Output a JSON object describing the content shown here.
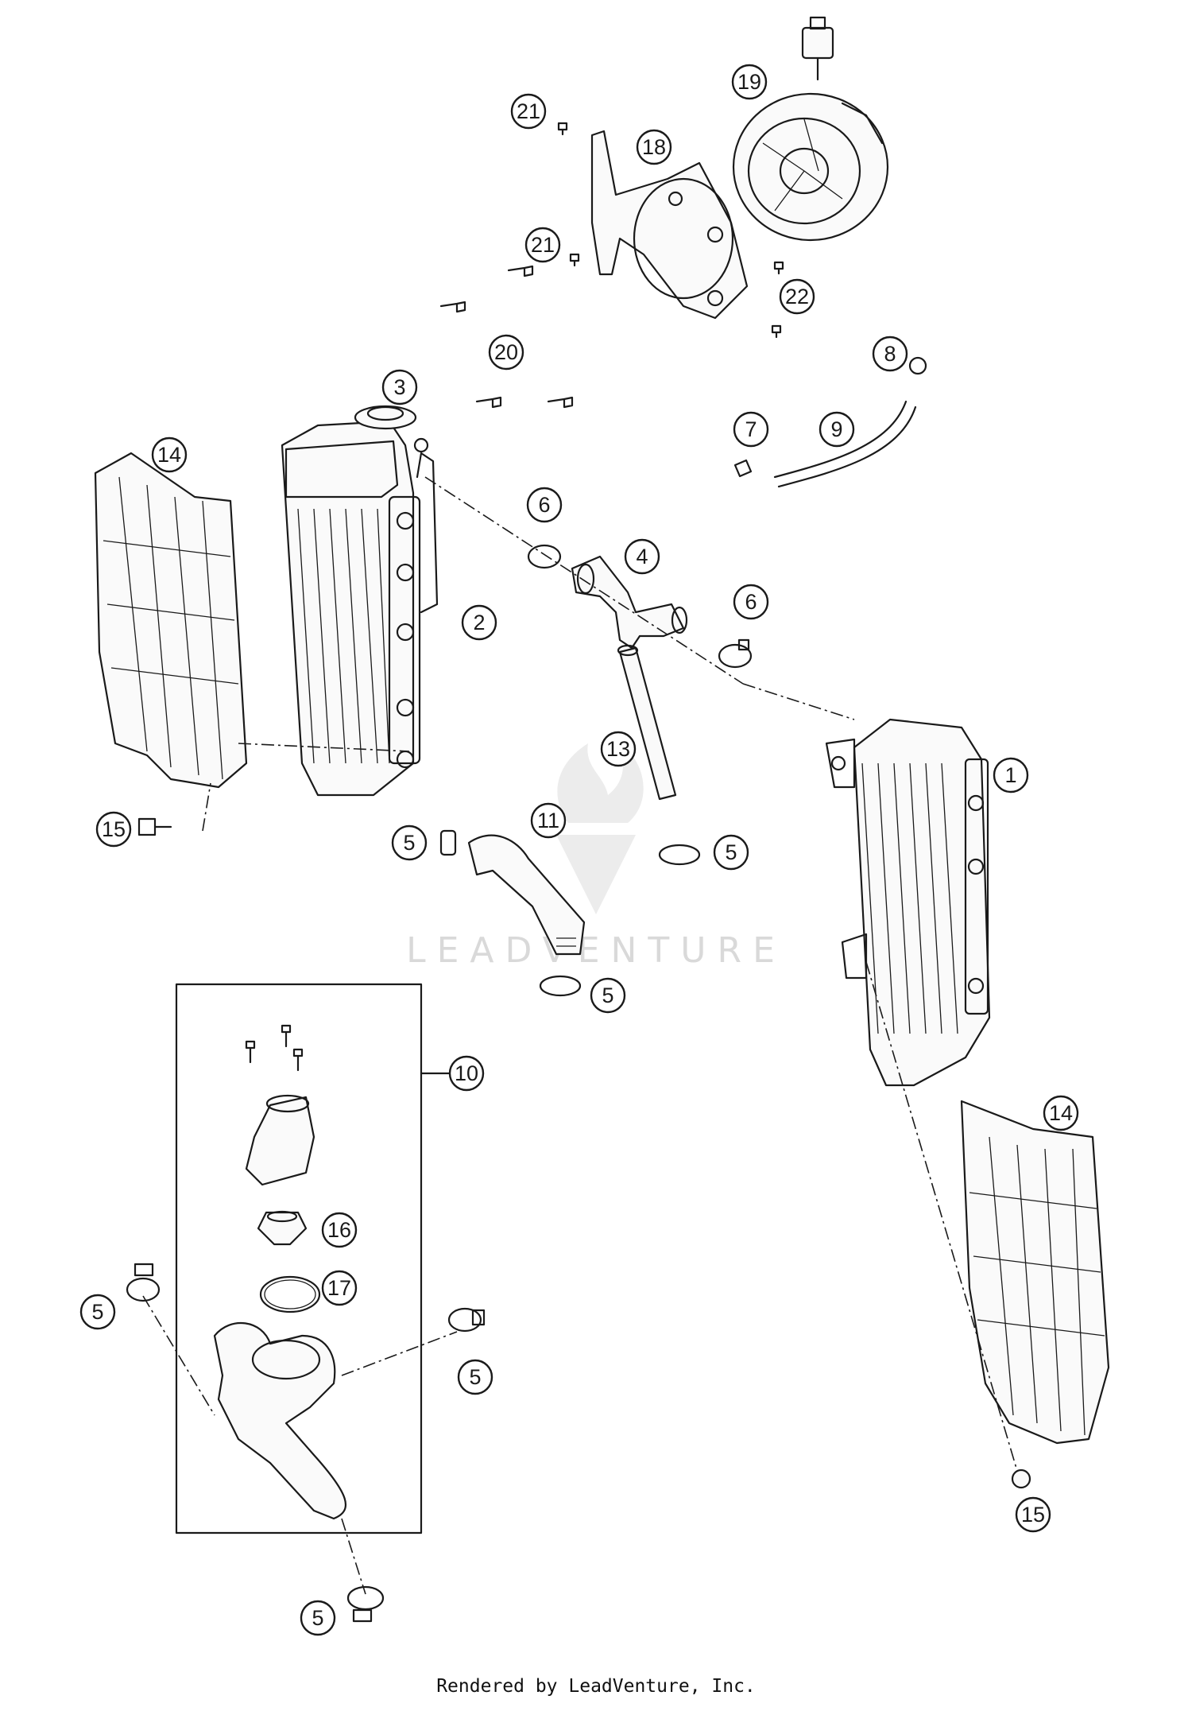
{
  "watermark": {
    "text": "LEADVENTURE"
  },
  "footer": {
    "text": "Rendered by LeadVenture, Inc."
  },
  "callouts": [
    "21",
    "19",
    "18",
    "21",
    "22",
    "20",
    "8",
    "3",
    "14",
    "7",
    "9",
    "6",
    "4",
    "2",
    "6",
    "13",
    "1",
    "11",
    "15",
    "5",
    "5",
    "5",
    "10",
    "14",
    "16",
    "17",
    "5",
    "5",
    "15",
    "5"
  ],
  "kit_box": {
    "label": "10"
  }
}
